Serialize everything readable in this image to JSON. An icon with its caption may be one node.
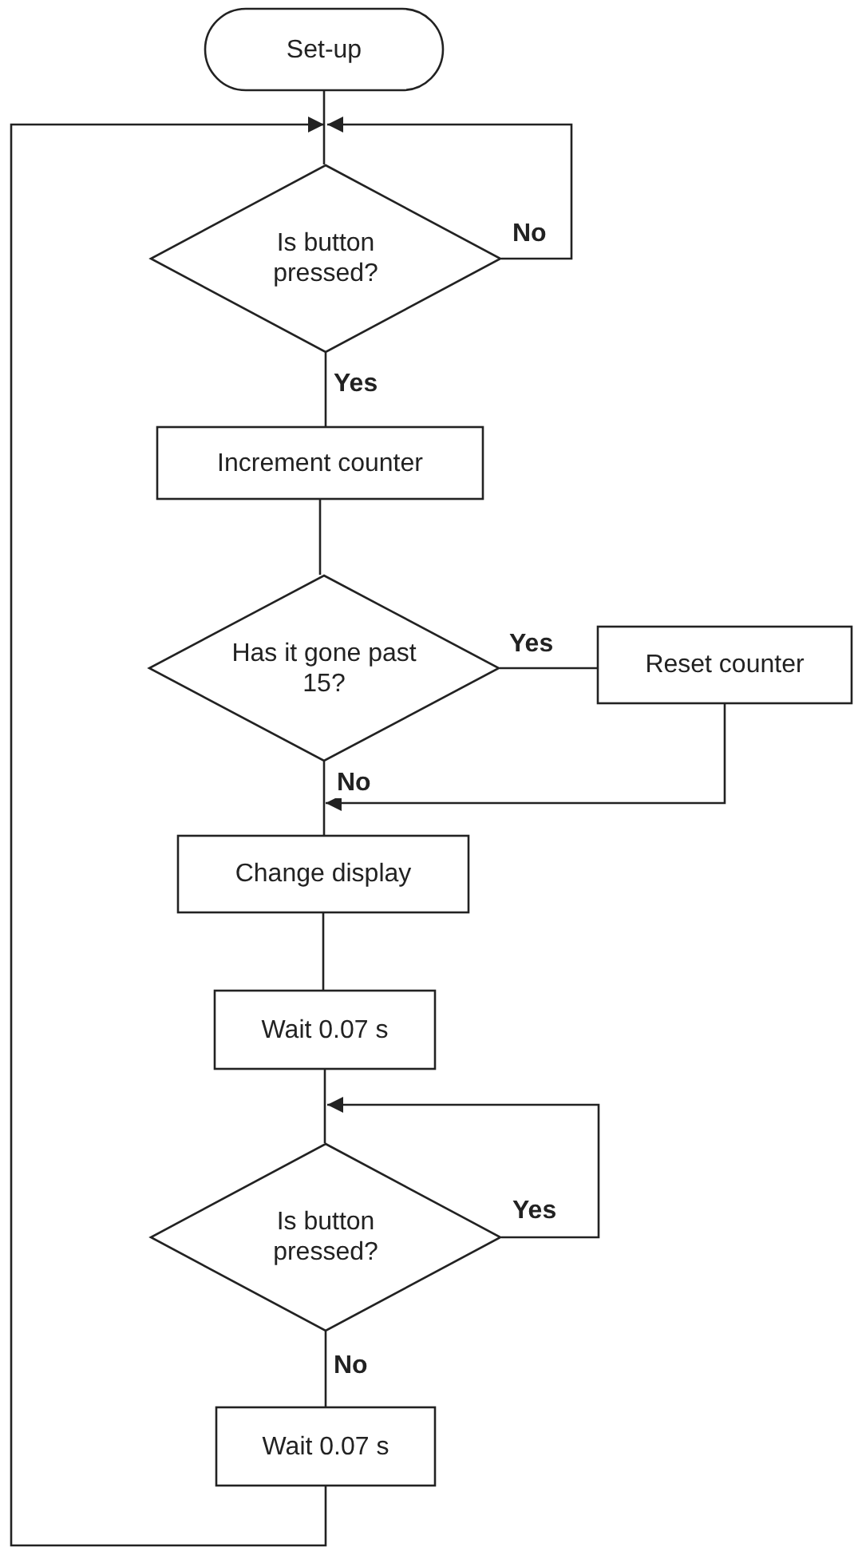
{
  "diagram": {
    "nodes": [
      {
        "text": [
          "Set-up"
        ]
      },
      {
        "text": [
          "Is button pressed?"
        ]
      },
      {
        "text": [
          "Increment counter"
        ]
      },
      {
        "text": [
          "Has it gone past 15?"
        ]
      },
      {
        "text": [
          "Reset counter"
        ]
      },
      {
        "text": [
          "Change display"
        ]
      },
      {
        "text": [
          "Wait 0.07 s"
        ]
      },
      {
        "text": [
          "Is button pressed?"
        ]
      },
      {
        "text": [
          "Wait 0.07 s"
        ]
      }
    ],
    "edges": [
      {
        "from": 0,
        "to": 1,
        "arrow": "none"
      },
      {
        "from": 1,
        "to": 1,
        "label": "No",
        "arrow": "to"
      },
      {
        "from": 1,
        "to": 2,
        "label": "Yes",
        "arrow": "none"
      },
      {
        "from": 2,
        "to": 3,
        "arrow": "none"
      },
      {
        "from": 3,
        "to": 4,
        "label": "Yes",
        "arrow": "none"
      },
      {
        "from": 4,
        "to": 5,
        "arrow": "to"
      },
      {
        "from": 3,
        "to": 5,
        "label": "No",
        "arrow": "none"
      },
      {
        "from": 5,
        "to": 6,
        "arrow": "none"
      },
      {
        "from": 6,
        "to": 7,
        "arrow": "none"
      },
      {
        "from": 7,
        "to": 7,
        "label": "Yes",
        "arrow": "to"
      },
      {
        "from": 7,
        "to": 8,
        "label": "No",
        "arrow": "none"
      },
      {
        "from": 8,
        "to": 1,
        "arrow": "to"
      }
    ]
  }
}
